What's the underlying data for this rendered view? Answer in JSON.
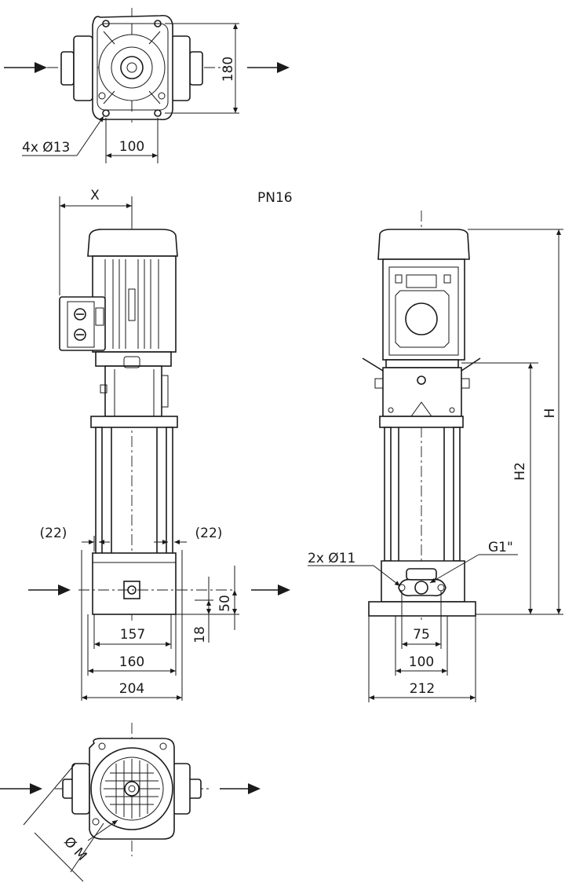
{
  "labels": {
    "mounting_holes_top": "4x Ø13",
    "dim_100_top": "100",
    "dim_180": "180",
    "motor_offset": "X",
    "pressure_class": "PN16",
    "dim_22_left": "(22)",
    "dim_22_right": "(22)",
    "dim_50": "50",
    "dim_18": "18",
    "dim_157": "157",
    "dim_160": "160",
    "dim_204": "204",
    "flange_holes": "2x Ø11",
    "thread": "G1\"",
    "dim_75": "75",
    "dim_100_side": "100",
    "dim_212": "212",
    "height_total": "H",
    "height_h2": "H2",
    "motor_diameter": "Ø M"
  }
}
